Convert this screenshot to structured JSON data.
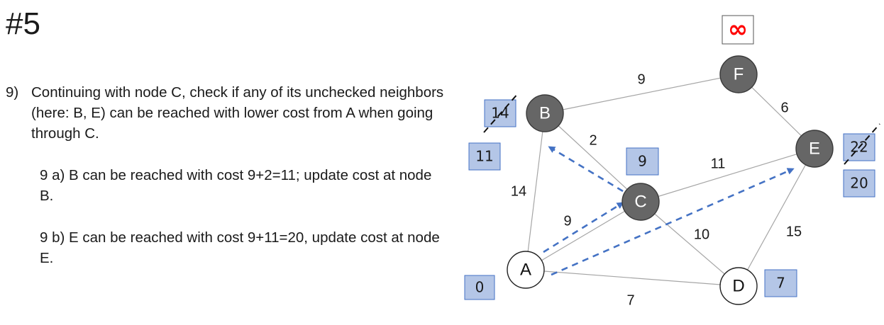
{
  "title": "#5",
  "step": {
    "number": "9)",
    "text": "Continuing with node C, check if any of its unchecked neighbors (here: B, E) can be reached with lower cost from A when going through C."
  },
  "sub_a": "9 a)  B can be reached with cost 9+2=11; update cost at node B.",
  "sub_b": "9 b)  E can be reached with cost 9+11=20, update cost at node E.",
  "colors": {
    "checked_node": "#666666",
    "unchecked_node": "#ffffff",
    "cost_box_fill": "#b4c6e7",
    "cost_box_stroke": "#4472c4",
    "arrow": "#4472c4",
    "edge": "#a6a6a6",
    "infinity": "#ff0000"
  },
  "graph": {
    "nodes": [
      {
        "id": "A",
        "label": "A",
        "checked": false
      },
      {
        "id": "B",
        "label": "B",
        "checked": true
      },
      {
        "id": "C",
        "label": "C",
        "checked": true
      },
      {
        "id": "D",
        "label": "D",
        "checked": false
      },
      {
        "id": "E",
        "label": "E",
        "checked": true
      },
      {
        "id": "F",
        "label": "F",
        "checked": true
      }
    ],
    "edges": [
      {
        "from": "A",
        "to": "B",
        "weight": "14"
      },
      {
        "from": "A",
        "to": "C",
        "weight": "9"
      },
      {
        "from": "A",
        "to": "D",
        "weight": "7"
      },
      {
        "from": "B",
        "to": "C",
        "weight": "2"
      },
      {
        "from": "B",
        "to": "F",
        "weight": "9"
      },
      {
        "from": "C",
        "to": "E",
        "weight": "11"
      },
      {
        "from": "D",
        "to": "C",
        "weight": "10"
      },
      {
        "from": "D",
        "to": "E",
        "weight": "15"
      },
      {
        "from": "F",
        "to": "E",
        "weight": "6"
      }
    ],
    "costs": {
      "A": {
        "current": "0"
      },
      "B": {
        "old": "14",
        "current": "11"
      },
      "C": {
        "current": "9"
      },
      "D": {
        "current": "7"
      },
      "E": {
        "old": "22",
        "current": "20"
      },
      "F": {
        "current": "∞"
      }
    }
  }
}
